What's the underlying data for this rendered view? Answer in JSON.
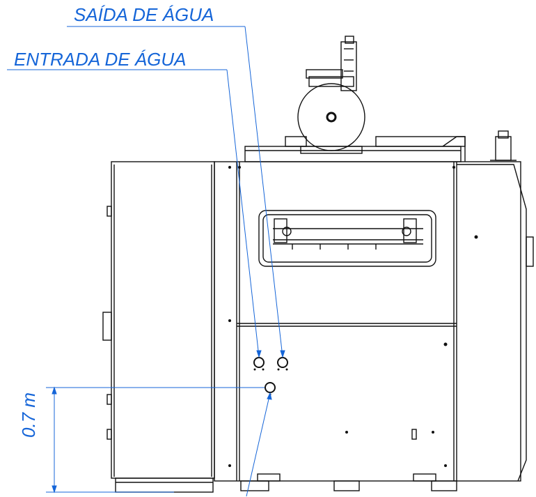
{
  "labels": {
    "water_outlet": "SAÍDA DE ÁGUA",
    "water_inlet": "ENTRADA DE ÁGUA",
    "height_dimension": "0.7 m"
  },
  "colors": {
    "annotation": "#1565d8",
    "linework": "#111111",
    "background": "#ffffff"
  }
}
